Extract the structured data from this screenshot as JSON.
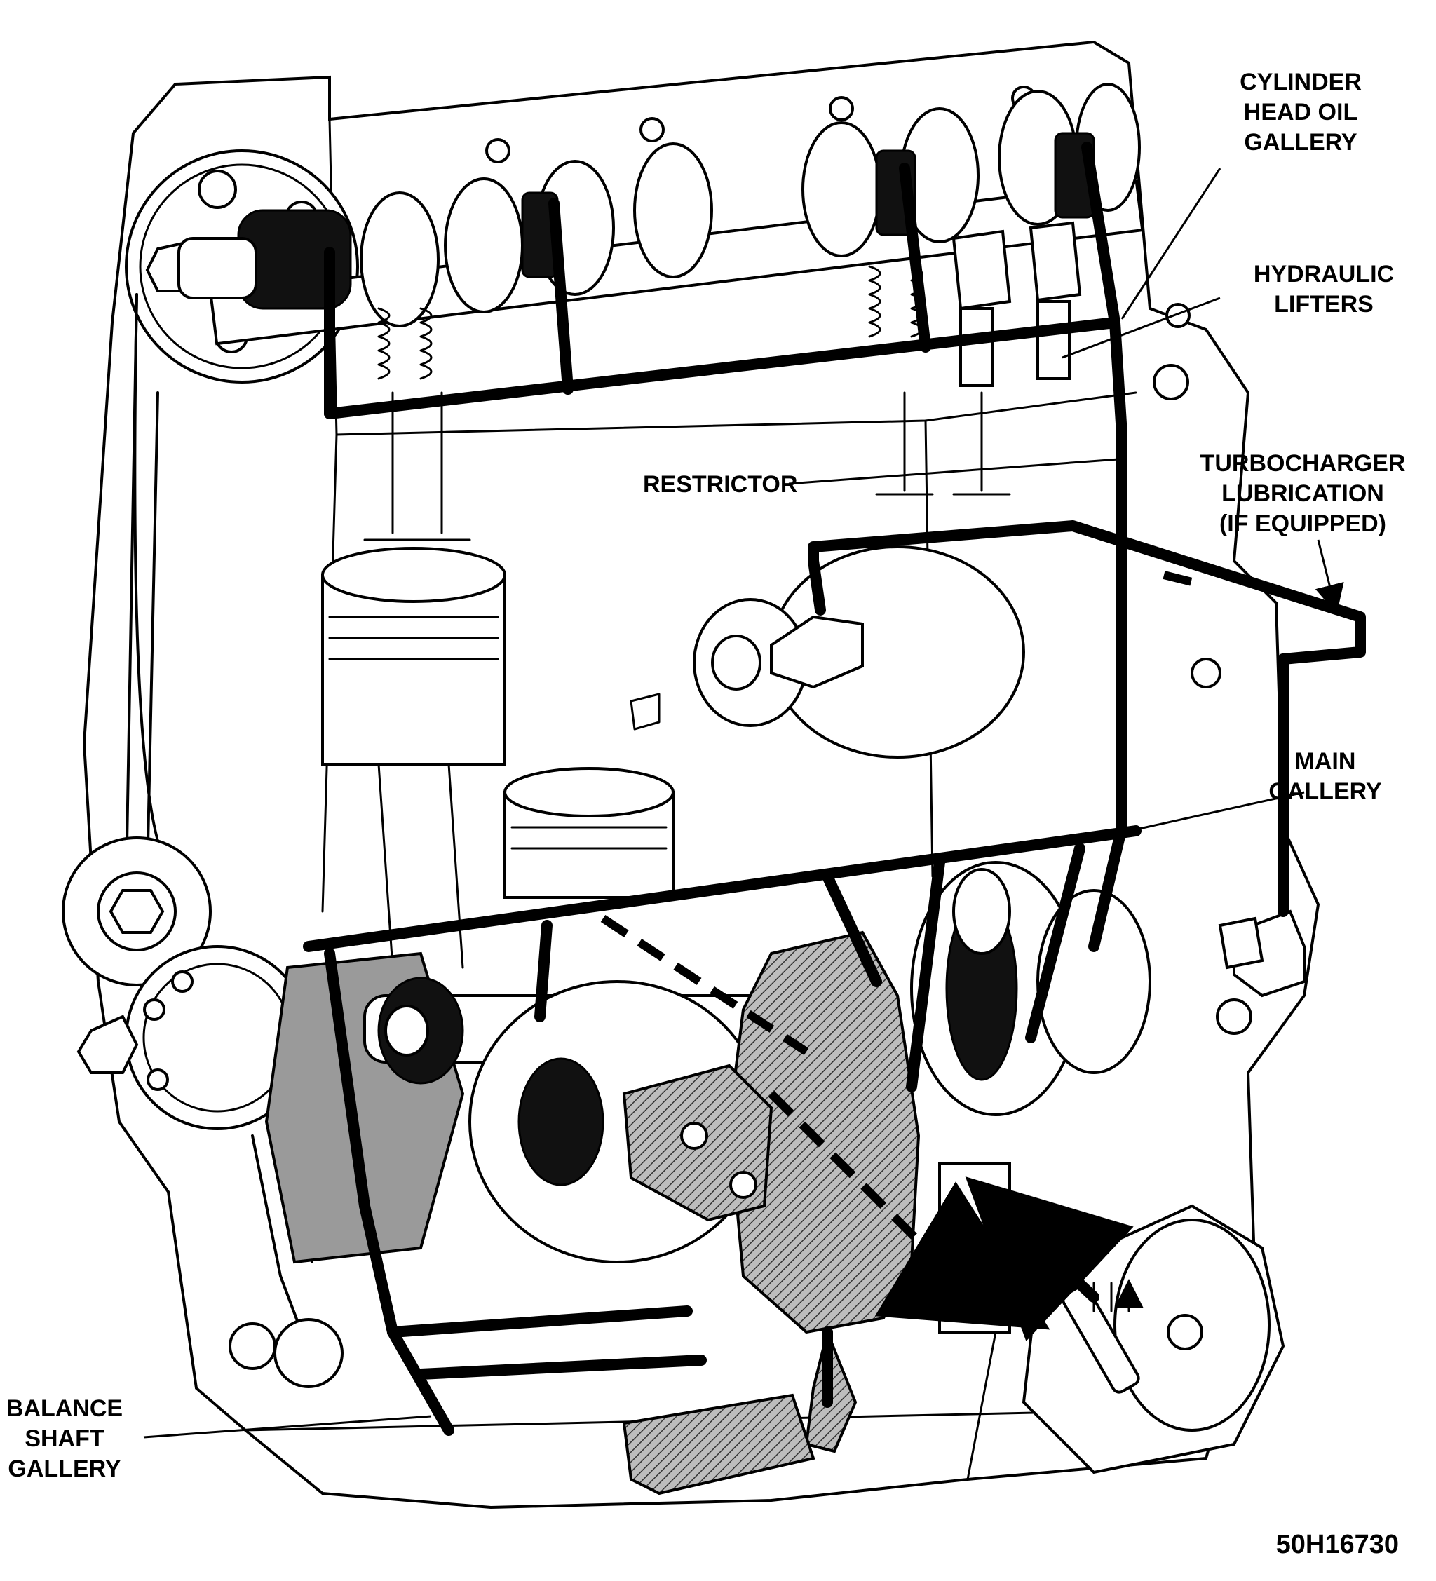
{
  "labels": {
    "cylinder_head_oil_gallery": [
      "CYLINDER",
      "HEAD OIL",
      "GALLERY"
    ],
    "hydraulic_lifters": [
      "HYDRAULIC",
      "LIFTERS"
    ],
    "restrictor": [
      "RESTRICTOR"
    ],
    "turbocharger_lubrication": [
      "TURBOCHARGER",
      "LUBRICATION",
      "(IF EQUIPPED)"
    ],
    "main_gallery": [
      "MAIN",
      "GALLERY"
    ],
    "balance_shaft_gallery": [
      "BALANCE",
      "SHAFT",
      "GALLERY"
    ]
  },
  "figure_code": "50H16730"
}
